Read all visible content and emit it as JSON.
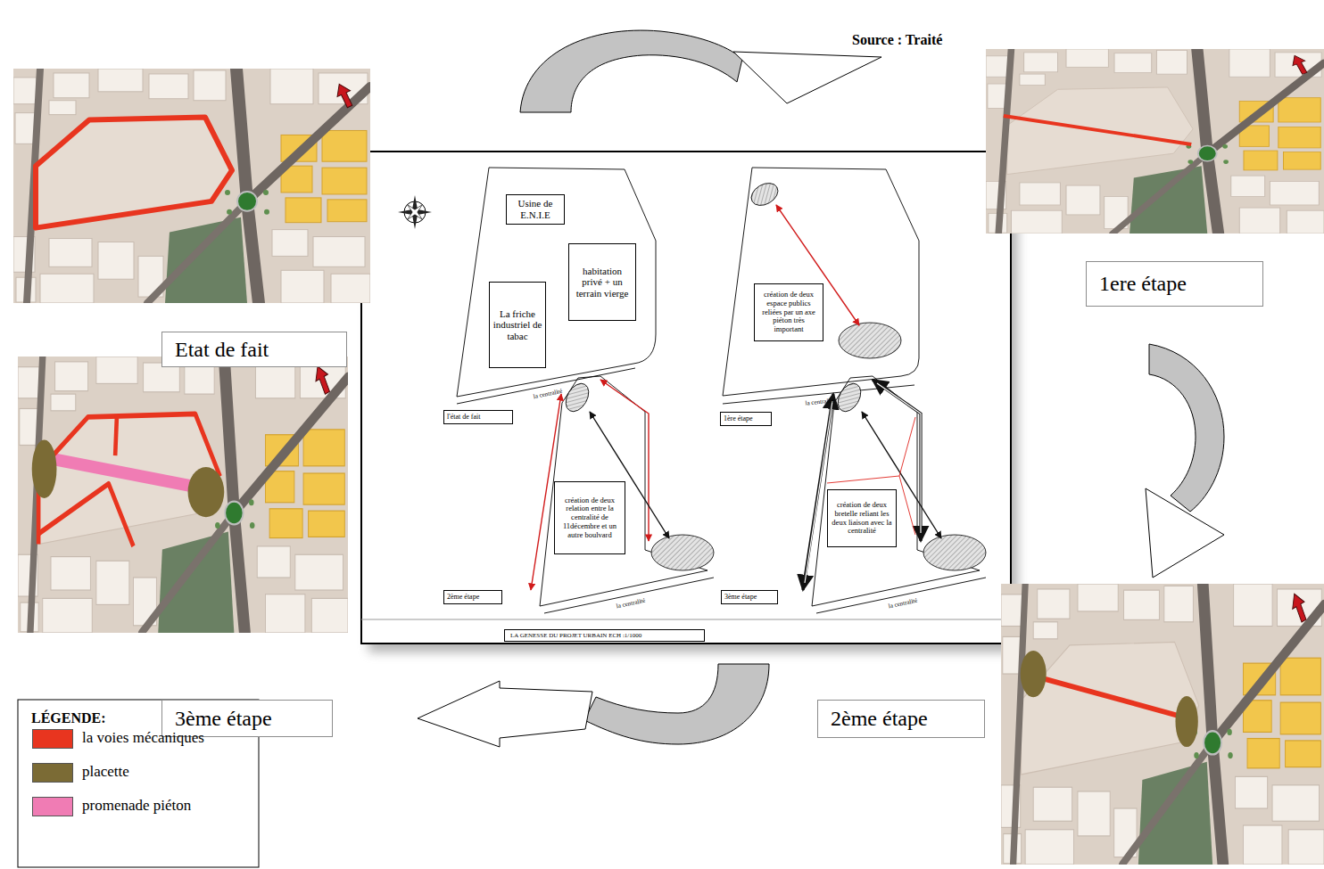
{
  "diagram": {
    "nodes": [
      {
        "text": [
          "Etat de fait"
        ]
      },
      {
        "text": [
          "1ere étape"
        ]
      },
      {
        "text": [
          "LA GENESSE DU PROJET URBAIN ECH :1/1000"
        ]
      },
      {
        "text": [
          "l'état de fait"
        ],
        "in": 2
      },
      {
        "text": [
          "Usine de E.N.I.E"
        ],
        "in": 2
      },
      {
        "text": [
          "habitation privé + un terrain vierge"
        ],
        "in": 2
      },
      {
        "text": [
          "La friche industriel de tabac"
        ],
        "in": 2
      },
      {
        "text": [
          "1ère étape"
        ],
        "in": 2
      },
      {
        "text": [
          "création de deux espace publics reliées par un axe piéton très important"
        ],
        "in": 2
      },
      {
        "text": [
          "création de deux relation entre la centralité de 11décembre et un autre boulvard"
        ],
        "in": 2
      },
      {
        "text": [
          "2ème étape"
        ],
        "in": 2
      },
      {
        "text": [
          "création de deux bretelle reliant les deux liaison avec la centralité"
        ],
        "in": 2
      },
      {
        "text": [
          "3ème étape"
        ],
        "in": 2
      },
      {
        "text": [
          "3ème étape"
        ]
      },
      {
        "text": [
          "2ème étape"
        ]
      }
    ],
    "labels": [
      "Source : Traité",
      "la centralité",
      "la centralité",
      "la centralité",
      "la centralité",
      "LÉGENDE:"
    ],
    "legend": [
      {
        "text": "la voies mécaniques",
        "color": "#e8351f"
      },
      {
        "text": "placette",
        "color": "#7b6b35"
      },
      {
        "text": "promenade piéton",
        "color": "#f07cb4"
      }
    ]
  }
}
